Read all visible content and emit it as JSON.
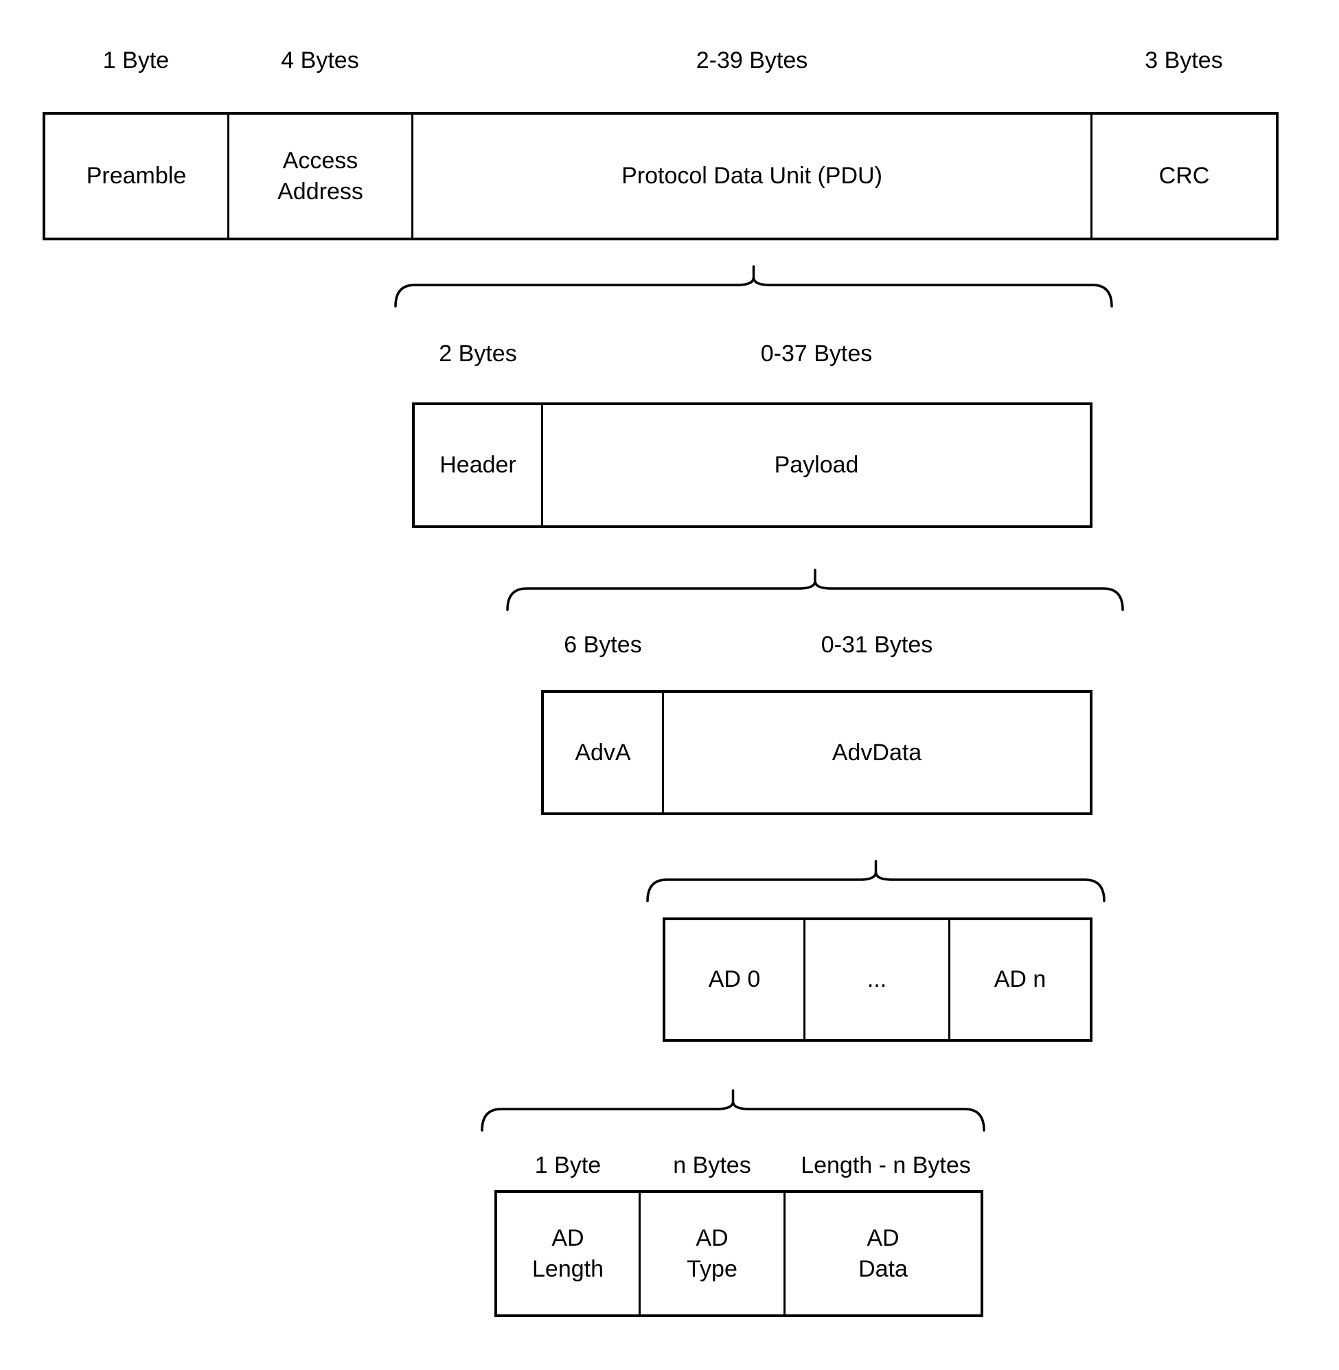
{
  "colors": {
    "background": "#ffffff",
    "stroke": "#000000",
    "text": "#000000"
  },
  "rows": {
    "packet": {
      "size_labels": [
        "1 Byte",
        "4 Bytes",
        "2-39 Bytes",
        "3 Bytes"
      ],
      "fields": [
        "Preamble",
        "Access\nAddress",
        "Protocol Data Unit (PDU)",
        "CRC"
      ]
    },
    "pdu": {
      "size_labels": [
        "2 Bytes",
        "0-37 Bytes"
      ],
      "fields": [
        "Header",
        "Payload"
      ]
    },
    "payload": {
      "size_labels": [
        "6 Bytes",
        "0-31 Bytes"
      ],
      "fields": [
        "AdvA",
        "AdvData"
      ]
    },
    "advdata": {
      "fields": [
        "AD 0",
        "...",
        "AD n"
      ]
    },
    "ad_structure": {
      "size_labels": [
        "1 Byte",
        "n Bytes",
        "Length - n Bytes"
      ],
      "fields": [
        "AD\nLength",
        "AD\nType",
        "AD\nData"
      ]
    }
  }
}
